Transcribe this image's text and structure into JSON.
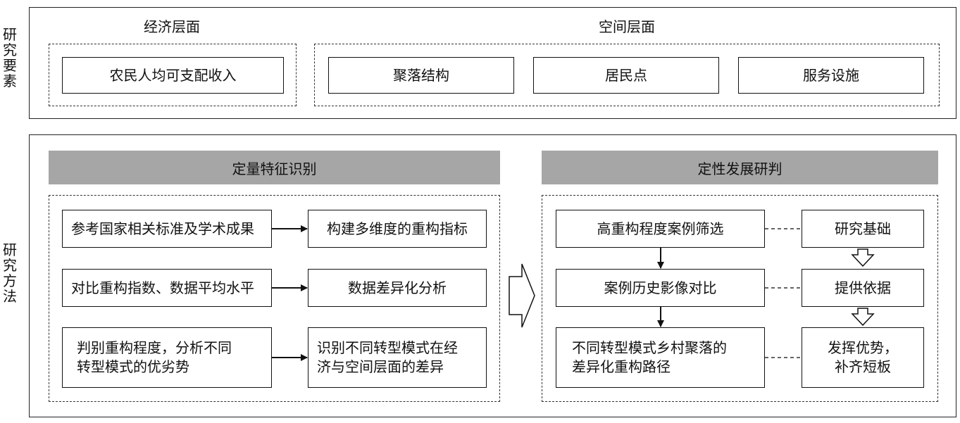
{
  "side_labels": {
    "elements": "研究要素",
    "methods": "研究方法"
  },
  "elements": {
    "economic_title": "经济层面",
    "spatial_title": "空间层面",
    "economic_items": [
      "农民人均可支配收入"
    ],
    "spatial_items": [
      "聚落结构",
      "居民点",
      "服务设施"
    ]
  },
  "methods": {
    "quant_header": "定量特征识别",
    "qual_header": "定性发展研判",
    "quant_rows": [
      {
        "left": "参考国家相关标准及学术成果",
        "right": "构建多维度的重构指标"
      },
      {
        "left": "对比重构指数、数据平均水平",
        "right": "数据差异化分析"
      },
      {
        "left": "判别重构程度，分析不同\n转型模式的优劣势",
        "right": "识别不同转型模式在经\n济与空间层面的差异"
      }
    ],
    "qual_rows": [
      {
        "left": "高重构程度案例筛选",
        "right": "研究基础"
      },
      {
        "left": "案例历史影像对比",
        "right": "提供依据"
      },
      {
        "left": "不同转型模式乡村聚落的\n差异化重构路径",
        "right": "发挥优势，\n补齐短板"
      }
    ]
  }
}
